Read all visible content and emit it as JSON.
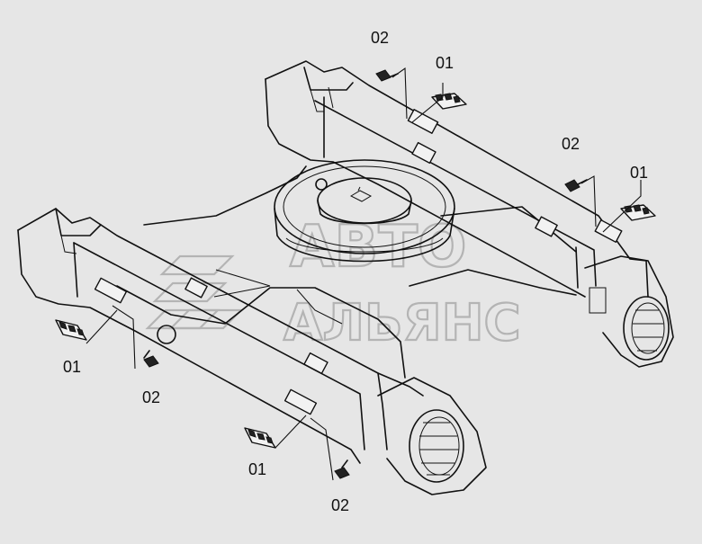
{
  "labels": {
    "top_bolt": "02",
    "top_shoe": "01",
    "right_bolt": "02",
    "right_shoe": "01",
    "left_shoe": "01",
    "left_bolt": "02",
    "bottom_shoe": "01",
    "bottom_bolt": "02"
  },
  "watermark": {
    "line1": "АВТО",
    "line2": "АЛЬЯНС"
  }
}
